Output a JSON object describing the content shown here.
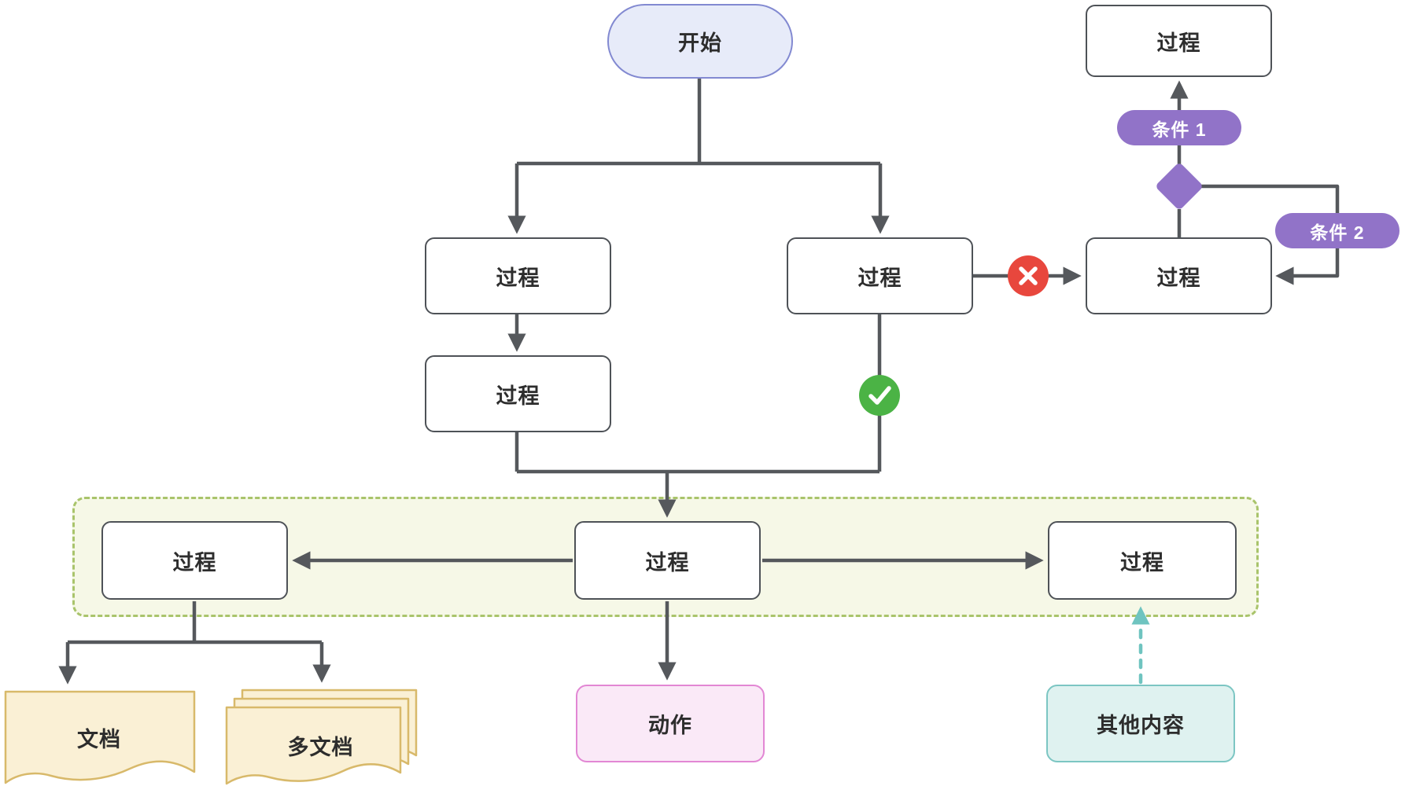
{
  "diagram_title": "flowchart",
  "nodes": {
    "start": {
      "label": "开始"
    },
    "process_branch_left": {
      "label": "过程"
    },
    "process_branch_right": {
      "label": "过程"
    },
    "process_left_step2": {
      "label": "过程"
    },
    "process_condition_hub": {
      "label": "过程"
    },
    "process_condition_result": {
      "label": "过程"
    },
    "sub_left": {
      "label": "过程"
    },
    "sub_center": {
      "label": "过程"
    },
    "sub_right": {
      "label": "过程"
    },
    "action": {
      "label": "动作"
    },
    "document": {
      "label": "文档"
    },
    "multi_document": {
      "label": "多文档"
    },
    "other_content": {
      "label": "其他内容"
    }
  },
  "edge_labels": {
    "condition_1": "条件 1",
    "condition_2": "条件 2"
  },
  "colors": {
    "edge": "#55585C",
    "text": "#2D2D2D",
    "nodeBorder": "#4E5257",
    "nodeFill": "#FFFFFF",
    "startFill": "#E7EBF9",
    "startBorder": "#8289D1",
    "purple": "#9173C8",
    "red": "#E8473D",
    "green": "#4BB345",
    "subgraphFill": "#F6F8E7",
    "subgraphBorder": "#A9C46B",
    "docFill": "#FAF0D5",
    "docBorder": "#D8B96A",
    "pinkFill": "#FAE9F7",
    "pinkBorder": "#E287D4",
    "tealFill": "#DFF2F0",
    "tealBorder": "#7CC6C3",
    "tealArrow": "#6FC4C0"
  }
}
